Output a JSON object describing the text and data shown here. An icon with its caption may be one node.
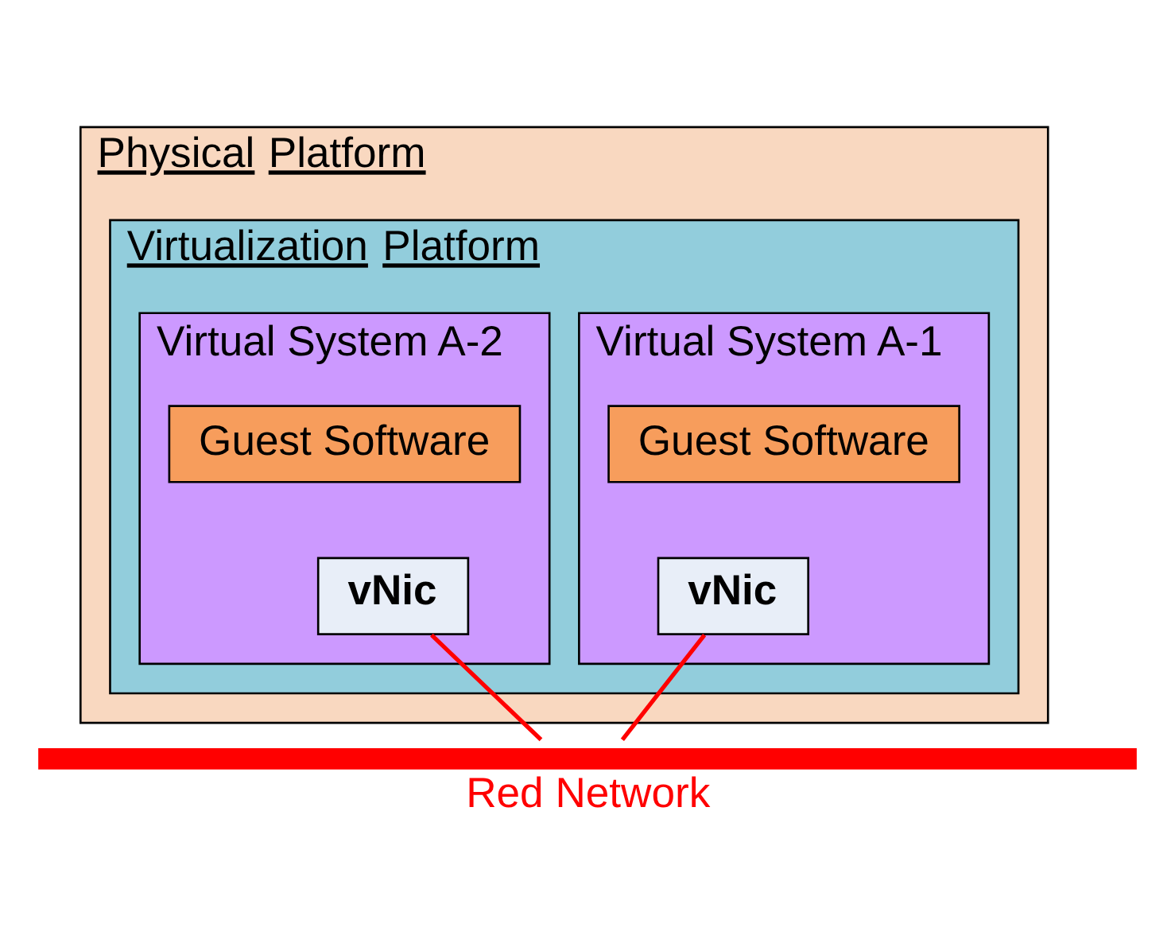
{
  "diagram": {
    "nodes": [
      {
        "text": [
          "Physical Platform"
        ]
      },
      {
        "text": [
          "Virtualization Platform"
        ],
        "in": 0
      },
      {
        "text": [
          "Virtual System A-1"
        ],
        "in": 1
      },
      {
        "text": [
          "Guest Software"
        ],
        "in": 2
      },
      {
        "text": [
          "vNic"
        ],
        "in": 2
      },
      {
        "text": [
          "Virtual System A-2"
        ],
        "in": 1
      },
      {
        "text": [
          "Guest Software"
        ],
        "in": 5
      },
      {
        "text": [
          "vNic"
        ],
        "in": 5
      },
      {
        "text": [],
        "shape": "bar",
        "beside": [
          "Red Network"
        ]
      }
    ],
    "edges": [
      {
        "from": 4,
        "to": 8,
        "arrow": "none",
        "color": "#ff0000"
      },
      {
        "from": 7,
        "to": 8,
        "arrow": "none",
        "color": "#ff0000"
      }
    ]
  }
}
